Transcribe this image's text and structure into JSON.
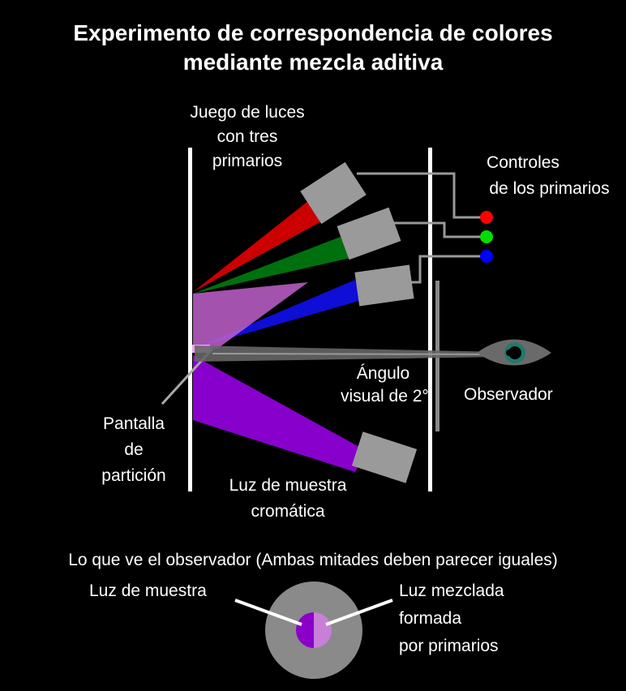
{
  "title": {
    "line1": "Experimento de correspondencia de colores",
    "line2": "mediante mezcla aditiva"
  },
  "labels": {
    "lamps": [
      "Juego de luces",
      "con tres",
      "primarios"
    ],
    "controls": [
      "Controles",
      "de los primarios"
    ],
    "observer": "Observador",
    "visual_angle": [
      "Ángulo",
      "visual de 2°"
    ],
    "screen": [
      "Pantalla",
      "de",
      "partición"
    ],
    "sample_light": [
      "Luz de muestra",
      "cromática"
    ],
    "what_observer_sees": "Lo que ve el observador (Ambas mitades deben parecer iguales)",
    "sample_half": "Luz de muestra",
    "mixed_half": [
      "Luz mezclada",
      "formada",
      "por primarios"
    ]
  },
  "colors": {
    "background": "#000000",
    "red_primary": "#ff0000",
    "green_primary": "#00dd00",
    "blue_primary": "#0000ff",
    "sample": "#8b00c9",
    "mixed": "#c77fd8",
    "lamp_gray": "#9a9a9a"
  },
  "icons": {
    "observer_eye": "eye-icon"
  }
}
